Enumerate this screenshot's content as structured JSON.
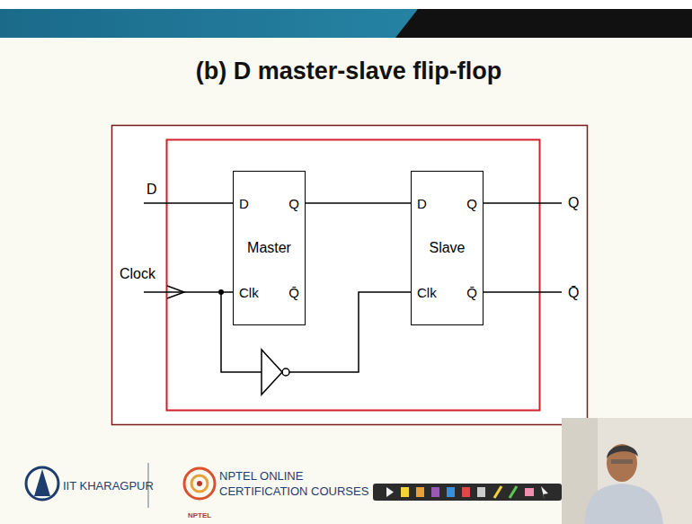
{
  "diagram": {
    "title": "(b) D master-slave flip-flop",
    "nodes": [
      {
        "text": [
          "D",
          "Q",
          "Master",
          "Clk",
          "Q̄"
        ]
      },
      {
        "text": [
          "D",
          "Q",
          "Slave",
          "Clk",
          "Q̄"
        ]
      }
    ],
    "edges": [
      {
        "from": 0,
        "to": 1,
        "arrow": "none"
      }
    ],
    "labels": [
      "D",
      "Clock",
      "Q",
      "Q̄",
      "IIT KHARAGPUR",
      "NPTEL ONLINE",
      "CERTIFICATION COURSES",
      "NPTEL"
    ]
  }
}
